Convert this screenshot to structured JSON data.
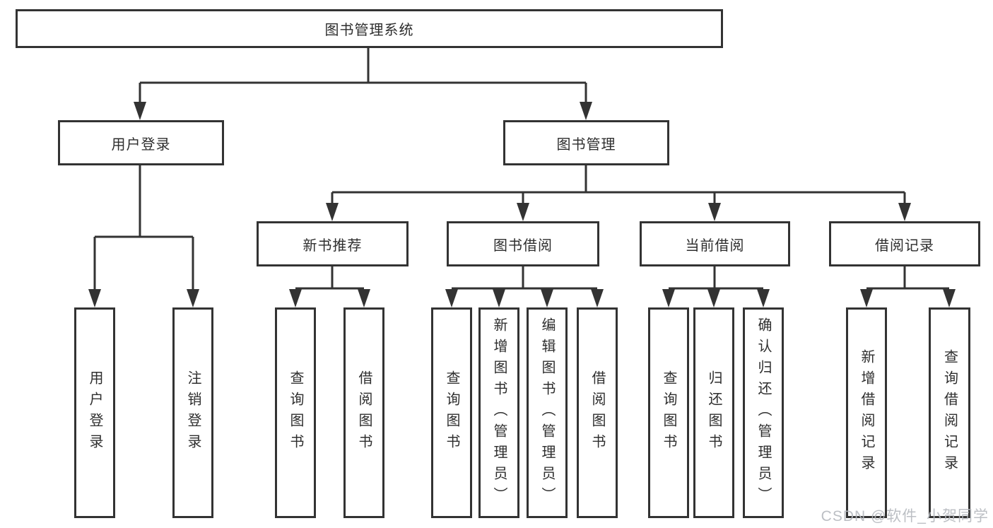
{
  "diagram": {
    "root": "图书管理系统",
    "branches": {
      "login": {
        "label": "用户登录",
        "children": [
          "用户登录",
          "注销登录"
        ]
      },
      "management": {
        "label": "图书管理",
        "groups": [
          {
            "label": "新书推荐",
            "children": [
              "查询图书",
              "借阅图书"
            ]
          },
          {
            "label": "图书借阅",
            "children": [
              "查询图书",
              "新增图书（管理员）",
              "编辑图书（管理员）",
              "借阅图书"
            ]
          },
          {
            "label": "当前借阅",
            "children": [
              "查询图书",
              "归还图书",
              "确认归还（管理员）"
            ]
          },
          {
            "label": "借阅记录",
            "children": [
              "新增借阅记录",
              "查询借阅记录"
            ]
          }
        ]
      }
    }
  },
  "watermark": "CSDN @软件_小贺同学",
  "colors": {
    "line": "#333333",
    "text": "#2e2e2e",
    "watermark": "#b5b9be",
    "background": "#ffffff"
  }
}
